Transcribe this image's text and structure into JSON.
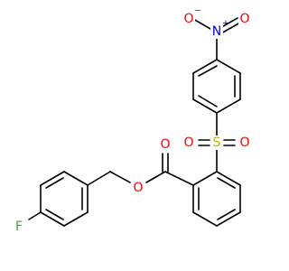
{
  "colors": {
    "bond": "#000000",
    "oxygen": "#ff0000",
    "nitrogen": "#0000ff",
    "sulfur": "#b8b800",
    "fluorine": "#33aa33",
    "background": "#ffffff"
  },
  "molecule": {
    "atoms": {
      "nitrogen": {
        "symbol": "N",
        "charge": "+"
      },
      "nitro_o_left": {
        "symbol": "O",
        "charge": "−"
      },
      "nitro_o_right": {
        "symbol": "O"
      },
      "sulfur": {
        "symbol": "S"
      },
      "sulfonyl_o_left": {
        "symbol": "O"
      },
      "sulfonyl_o_right": {
        "symbol": "O"
      },
      "carbonyl_o": {
        "symbol": "O"
      },
      "ester_o": {
        "symbol": "O"
      },
      "fluorine": {
        "symbol": "F"
      }
    }
  }
}
